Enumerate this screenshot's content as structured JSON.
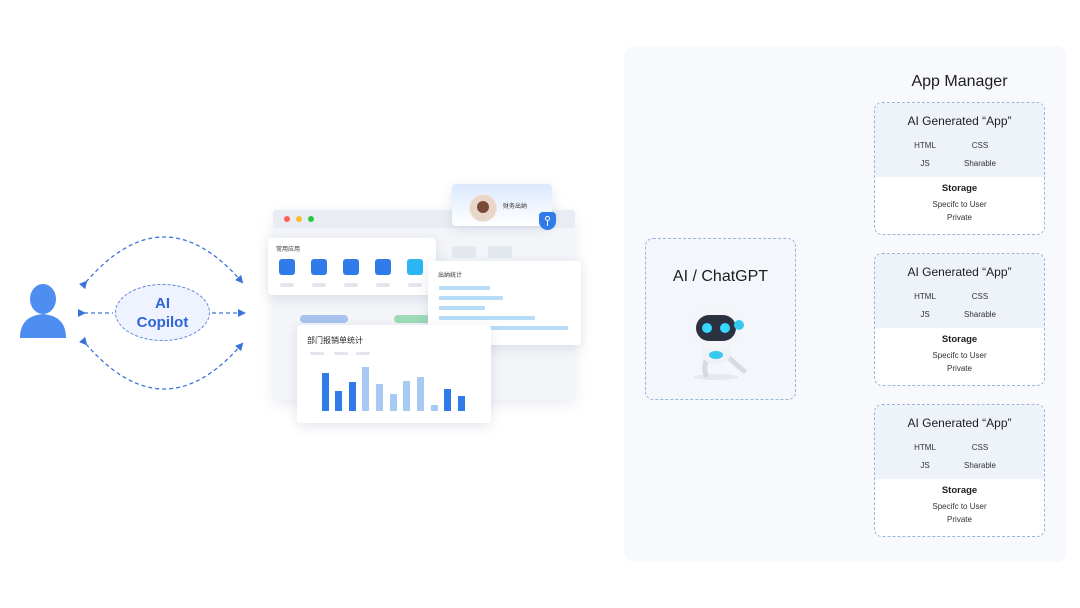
{
  "copilot": {
    "line1": "AI",
    "line2": "Copilot"
  },
  "dashboard": {
    "common_apps_title": "常用应用",
    "cashier_label": "财务出纳",
    "cashflow_title": "出纳统计",
    "dept_chart_title": "部门报销单统计"
  },
  "ai": {
    "title": "AI / ChatGPT"
  },
  "app_manager": {
    "title": "App Manager",
    "apps": [
      {
        "title": "AI Generated “App”",
        "features": [
          "HTML",
          "CSS",
          "JS",
          "Sharable"
        ],
        "storage_title": "Storage",
        "storage_lines": [
          "Specifc to User",
          "Private"
        ]
      },
      {
        "title": "AI Generated “App”",
        "features": [
          "HTML",
          "CSS",
          "JS",
          "Sharable"
        ],
        "storage_title": "Storage",
        "storage_lines": [
          "Specifc to User",
          "Private"
        ]
      },
      {
        "title": "AI Generated “App”",
        "features": [
          "HTML",
          "CSS",
          "JS",
          "Sharable"
        ],
        "storage_title": "Storage",
        "storage_lines": [
          "Specifc to User",
          "Private"
        ]
      }
    ]
  },
  "colors": {
    "accent": "#2f66d4",
    "arrow": "#3b74d9",
    "bar_dark": "#2f7bea",
    "bar_light": "#a9c9f5"
  }
}
